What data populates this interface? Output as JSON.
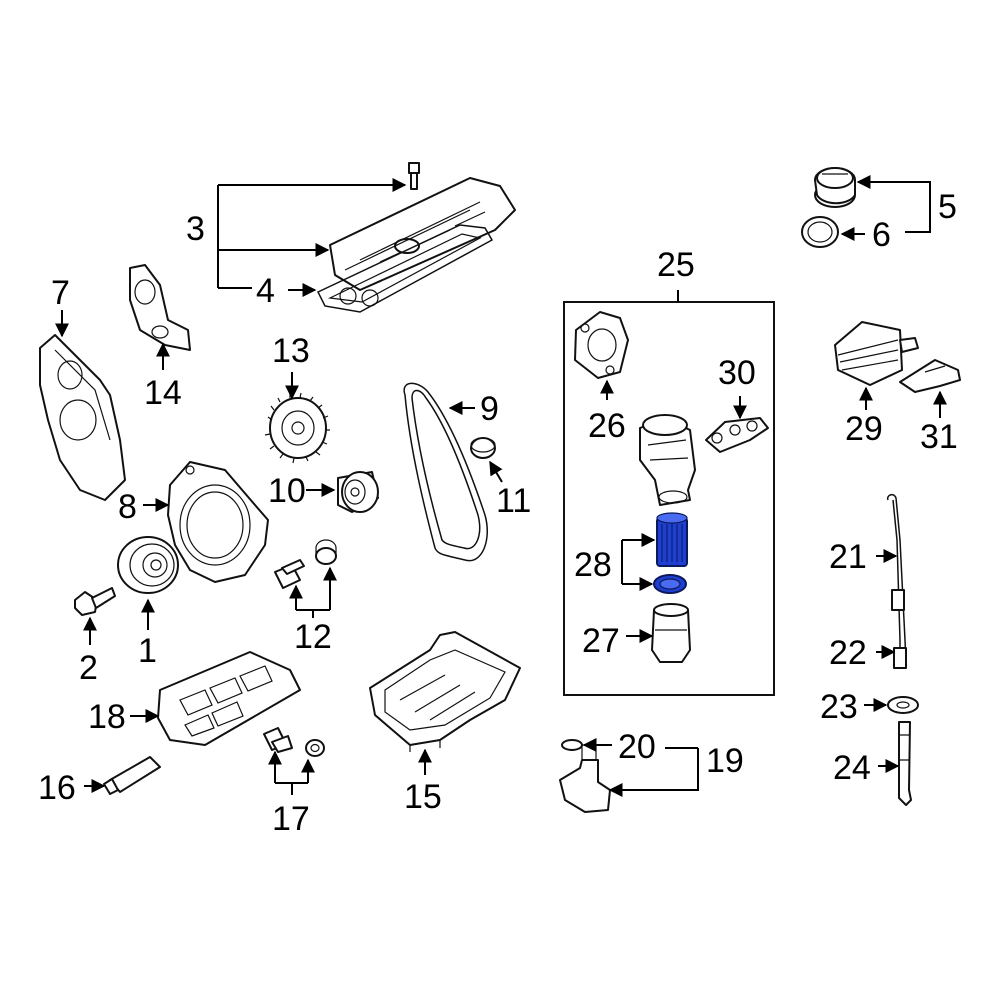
{
  "callouts": {
    "c1": "1",
    "c2": "2",
    "c3": "3",
    "c4": "4",
    "c5": "5",
    "c6": "6",
    "c7": "7",
    "c8": "8",
    "c9": "9",
    "c10": "10",
    "c11": "11",
    "c12": "12",
    "c13": "13",
    "c14": "14",
    "c15": "15",
    "c16": "16",
    "c17": "17",
    "c18": "18",
    "c19": "19",
    "c20": "20",
    "c21": "21",
    "c22": "22",
    "c23": "23",
    "c24": "24",
    "c25": "25",
    "c26": "26",
    "c27": "27",
    "c28": "28",
    "c29": "29",
    "c30": "30",
    "c31": "31"
  },
  "colors": {
    "highlight": "#1f3fd0",
    "line": "#111111",
    "background": "#ffffff"
  }
}
